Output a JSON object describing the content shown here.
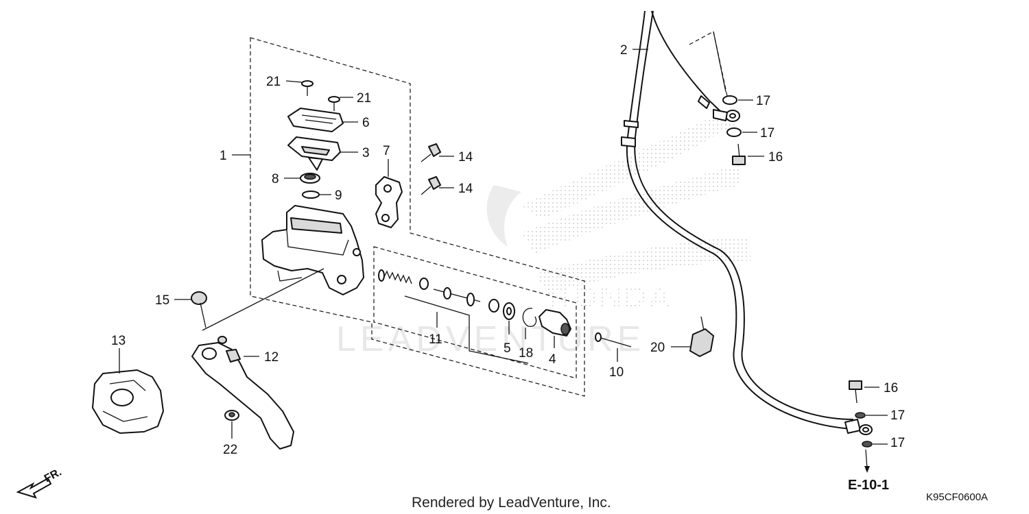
{
  "callouts": {
    "p1": "1",
    "p2": "2",
    "p3": "3",
    "p4": "4",
    "p5": "5",
    "p6": "6",
    "p7": "7",
    "p8": "8",
    "p9": "9",
    "p10": "10",
    "p11": "11",
    "p12": "12",
    "p13": "13",
    "p14a": "14",
    "p14b": "14",
    "p15": "15",
    "p16a": "16",
    "p16b": "16",
    "p17a": "17",
    "p17b": "17",
    "p17c": "17",
    "p17d": "17",
    "p18": "18",
    "p20": "20",
    "p21a": "21",
    "p21b": "21",
    "p22": "22"
  },
  "reference_label": "E-10-1",
  "direction_label": "FR.",
  "watermark": "LEADVENTURE",
  "footer_text": "Rendered by LeadVenture, Inc.",
  "diagram_code": "K95CF0600A"
}
